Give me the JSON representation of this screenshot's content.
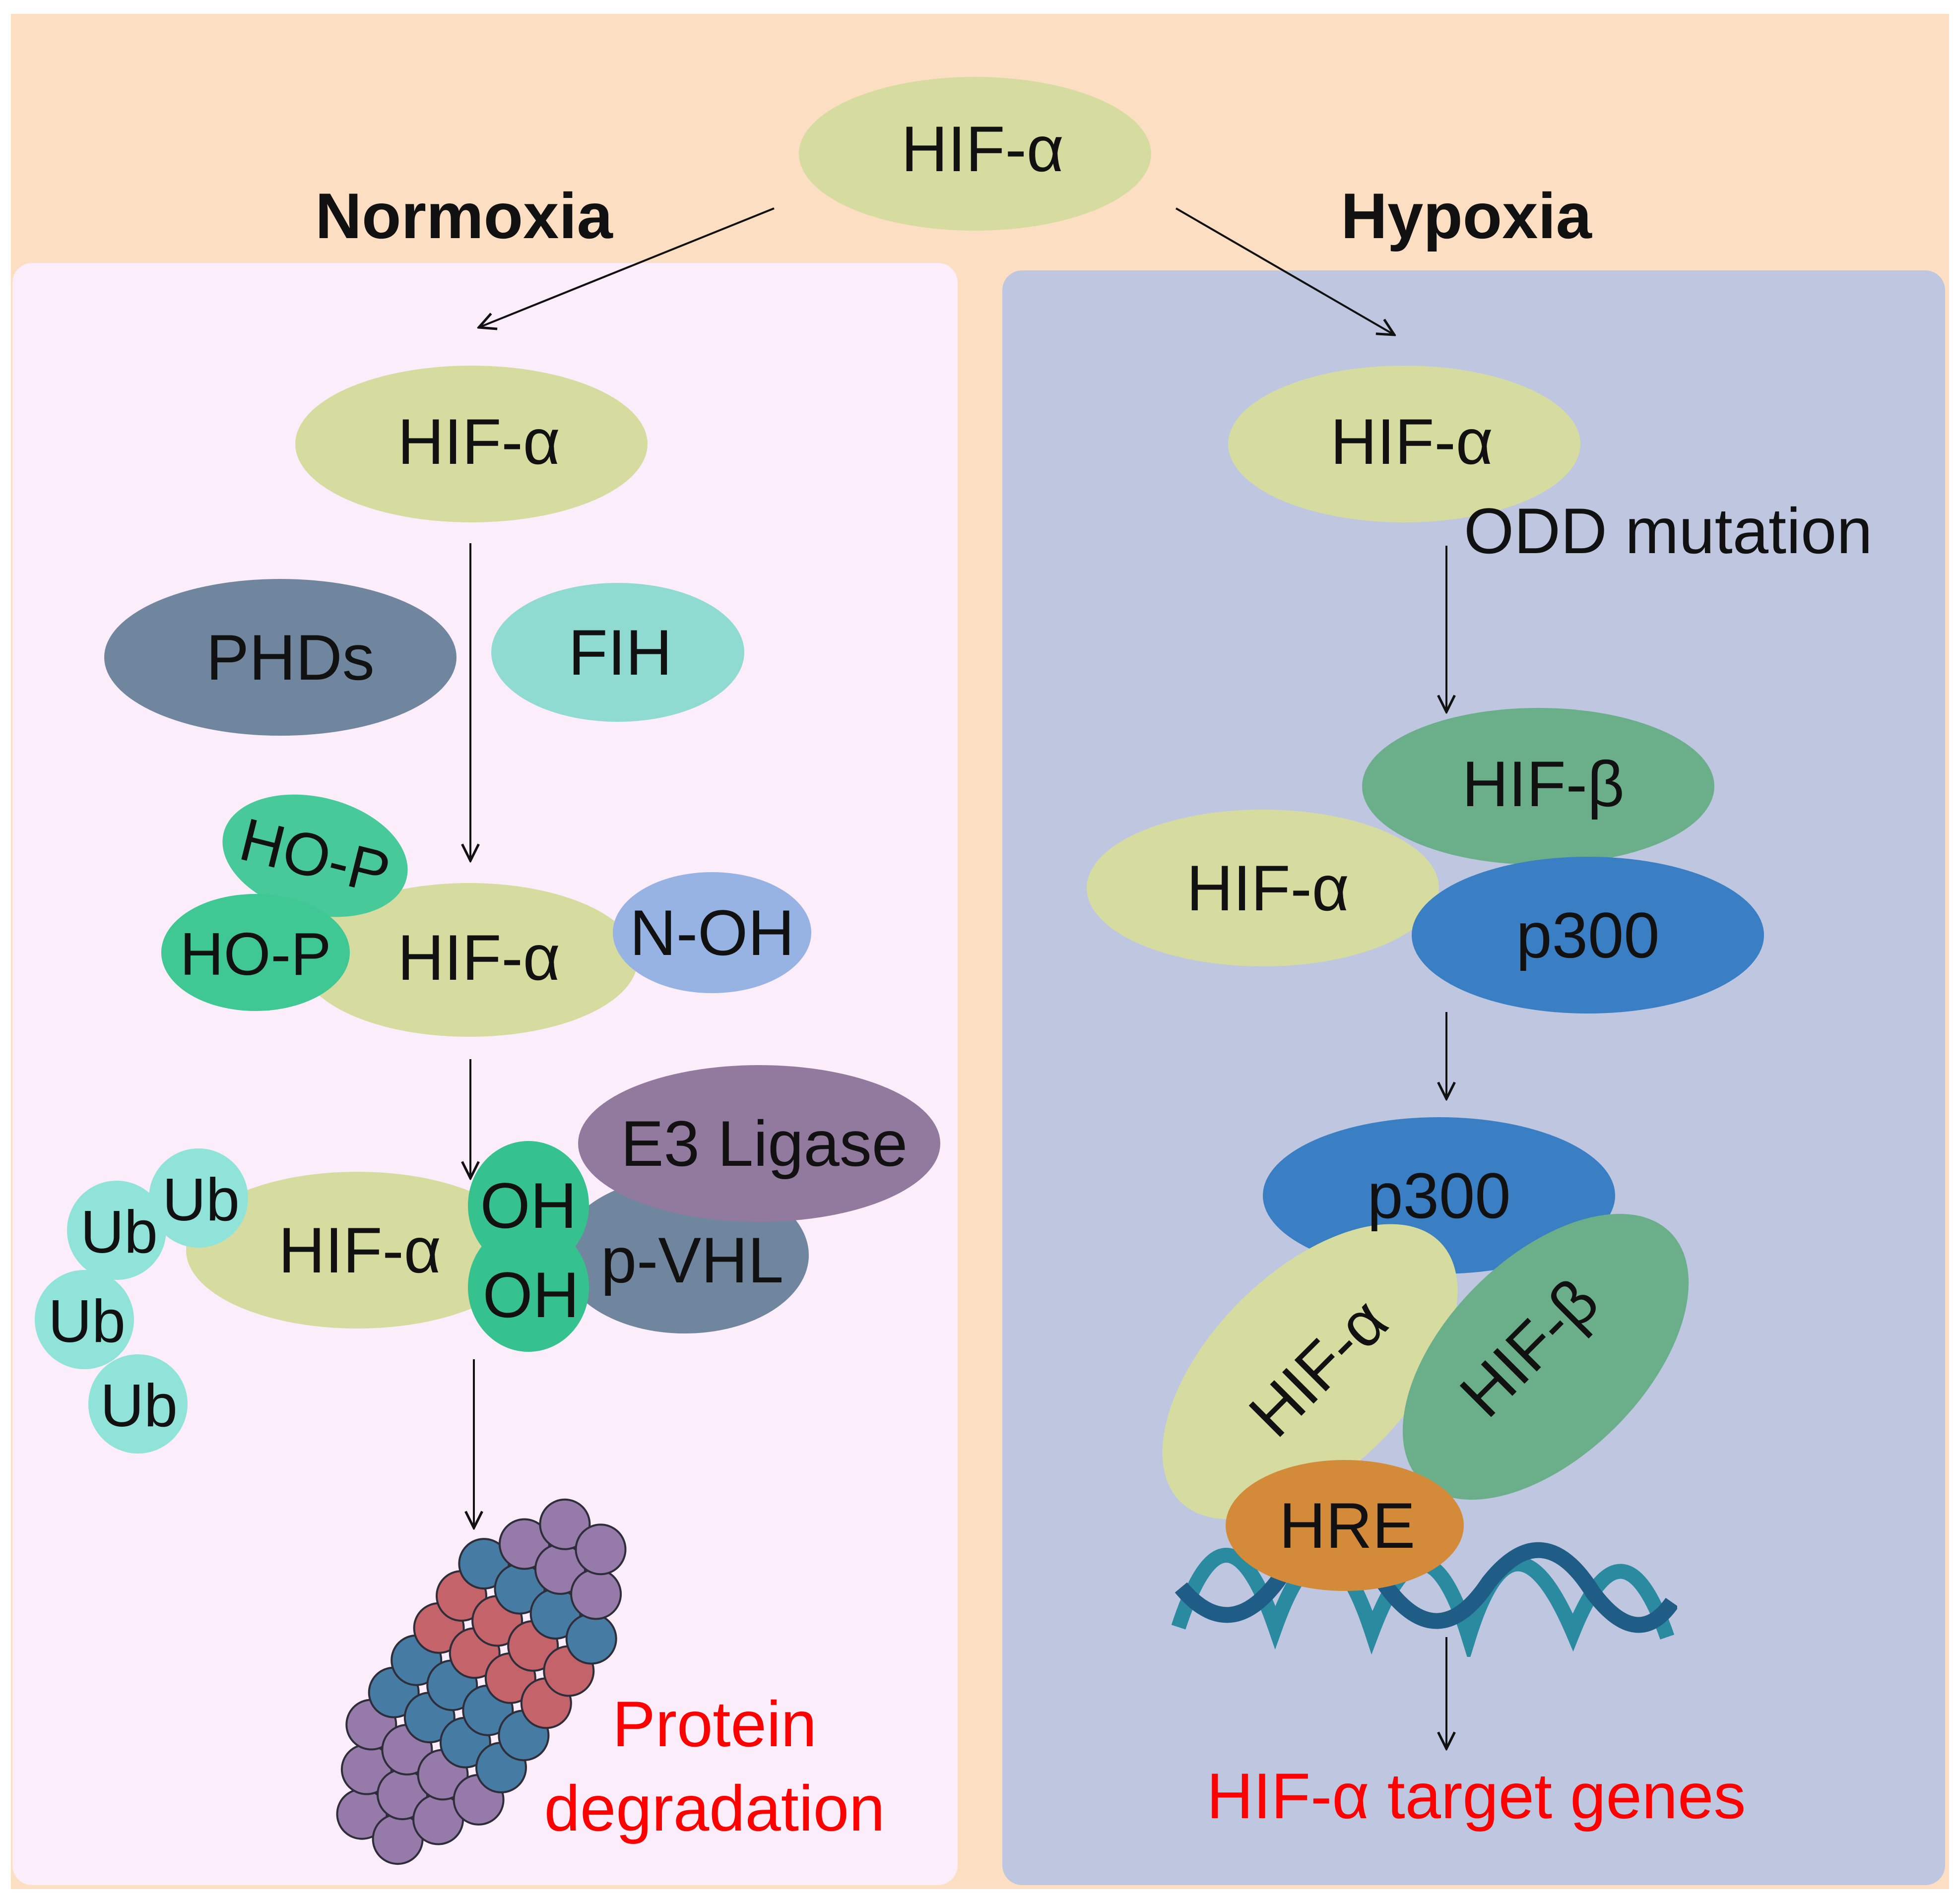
{
  "top": {
    "hif_alpha": "HIF-α"
  },
  "normoxia": {
    "title": "Normoxia",
    "hif_alpha_1": "HIF-α",
    "phds": "PHDs",
    "fih": "FIH",
    "ho_p_top": "HO-P",
    "ho_p_left": "HO-P",
    "hif_alpha_2": "HIF-α",
    "n_oh": "N-OH",
    "e3_ligase": "E3 Ligase",
    "p_vhl": "p-VHL",
    "oh_top": "OH",
    "oh_bottom": "OH",
    "hif_alpha_3": "HIF-α",
    "ub_1": "Ub",
    "ub_2": "Ub",
    "ub_3": "Ub",
    "ub_4": "Ub",
    "outcome_line1": "Protein",
    "outcome_line2": "degradation"
  },
  "hypoxia": {
    "title": "Hypoxia",
    "hif_alpha_1": "HIF-α",
    "odd_mutation": "ODD mutation",
    "hif_beta_1": "HIF-β",
    "hif_alpha_2": "HIF-α",
    "p300_1": "p300",
    "p300_2": "p300",
    "hif_alpha_3": "HIF-α",
    "hif_beta_2": "HIF-β",
    "hre": "HRE",
    "outcome": "HIF-α target genes"
  },
  "colors": {
    "background": "#FCDFC3",
    "normoxia_panel": "#FCEDFA",
    "hypoxia_panel": "#BFC7E0",
    "hif_alpha": "#D6DCA0",
    "phds": "#6F869E",
    "fih": "#8FDBD2",
    "ho_p": "#48C99A",
    "n_oh": "#97B3E4",
    "e3_ligase": "#927A9F",
    "p_vhl": "#6F869E",
    "oh": "#36C28F",
    "ub": "#8FE3D8",
    "hif_beta": "#6BAF8A",
    "p300": "#3A7EC4",
    "hre": "#D38B39",
    "outcome_text": "#FF0000"
  }
}
